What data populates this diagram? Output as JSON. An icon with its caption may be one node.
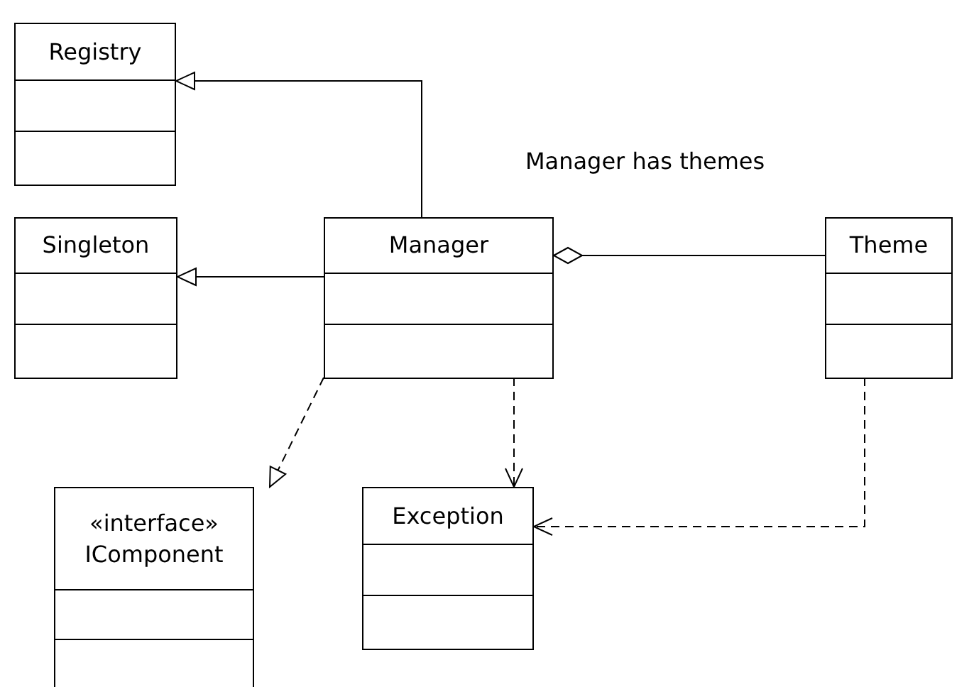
{
  "diagram": {
    "nodes": [
      {
        "text": [
          "Registry"
        ]
      },
      {
        "text": [
          "Singleton"
        ]
      },
      {
        "text": [
          "Manager"
        ]
      },
      {
        "text": [
          "Theme"
        ]
      },
      {
        "text": [
          "«interface»",
          "IComponent"
        ]
      },
      {
        "text": [
          "Exception"
        ]
      }
    ],
    "edges": [
      {
        "from": 2,
        "to": 0,
        "arrow": "to"
      },
      {
        "from": 2,
        "to": 1,
        "arrow": "to"
      },
      {
        "from": 2,
        "to": 3,
        "arrow": "other"
      },
      {
        "from": 2,
        "to": 4,
        "arrow": "to",
        "style": "dashed"
      },
      {
        "from": 2,
        "to": 5,
        "arrow": "to",
        "style": "dashed"
      },
      {
        "from": 3,
        "to": 5,
        "arrow": "to",
        "style": "dashed"
      }
    ],
    "labels": [
      "Manager has themes"
    ]
  }
}
